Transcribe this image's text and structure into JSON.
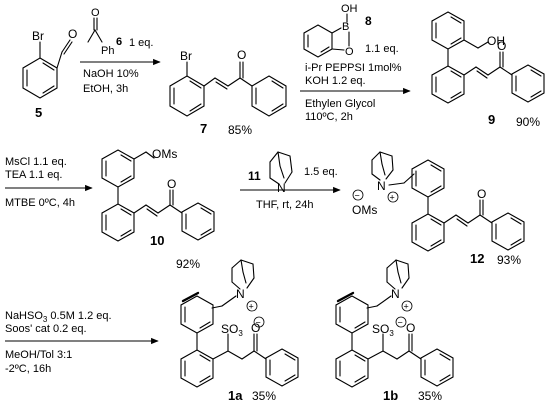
{
  "compounds": {
    "c5": {
      "label": "5"
    },
    "c6": {
      "label": "6",
      "substituent": "Ph",
      "equiv": "1 eq."
    },
    "c7": {
      "label": "7",
      "yield": "85%"
    },
    "c8": {
      "label": "8",
      "oh": "OH",
      "b": "B",
      "o": "O",
      "equiv": "1.1 eq."
    },
    "c9": {
      "label": "9",
      "yield": "90%",
      "oh": "OH"
    },
    "c10": {
      "label": "10",
      "yield": "92%",
      "oms": "OMs"
    },
    "c11": {
      "label": "11",
      "n": "N",
      "equiv": "1.5 eq."
    },
    "c12": {
      "label": "12",
      "yield": "93%",
      "n": "N",
      "plus": "+",
      "minus": "−",
      "oms": "OMs"
    },
    "c1a": {
      "label": "1a",
      "yield": "35%",
      "n": "N",
      "plus": "+",
      "minus": "−",
      "so3": "SO",
      "so3sub": "3"
    },
    "c1b": {
      "label": "1b",
      "yield": "35%",
      "n": "N",
      "plus": "+",
      "minus": "−",
      "so3": "SO",
      "so3sub": "3"
    }
  },
  "atoms": {
    "br": "Br",
    "o": "O"
  },
  "steps": {
    "s1": {
      "lines": [
        "NaOH 10%",
        "EtOH, 3h"
      ]
    },
    "s2": {
      "lines": [
        "i-Pr PEPPSI 1mol%",
        "KOH 1.2 eq.",
        "Ethylen Glycol",
        "110ºC, 2h"
      ]
    },
    "s3": {
      "lines": [
        "MsCl 1.1 eq.",
        "TEA 1.1 eq.",
        "MTBE 0ºC, 4h"
      ]
    },
    "s4": {
      "lines": [
        "THF, rt, 24h"
      ]
    },
    "s5": {
      "lines": [
        "NaHSO",
        "Soos' cat 0.2 eq.",
        "MeOH/Tol 3:1",
        "-2ºC, 16h"
      ],
      "line1_sub": "3",
      "line1_rest": " 0.5M 1.2 eq."
    }
  }
}
